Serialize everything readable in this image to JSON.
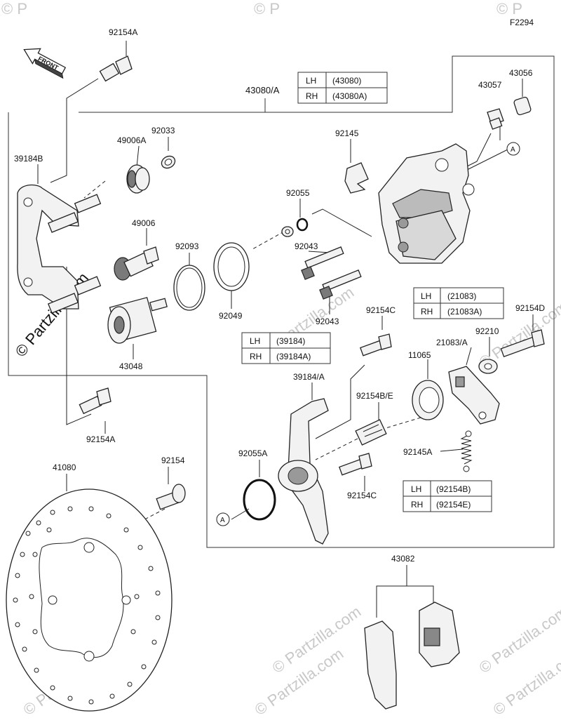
{
  "diagram_code": "F2294",
  "watermark": {
    "side_text": "© Partzilla.com",
    "faint_texts": [
      "© Partzilla.com",
      "© Partzilla.com",
      "© Partzilla.com",
      "© Partzilla.com",
      "© Partzilla.com",
      "© Partzilla.com",
      "© Partzilla.com"
    ],
    "corner_texts": [
      "© P",
      "© P",
      "© P"
    ]
  },
  "front_arrow_label": "FRONT",
  "callouts": {
    "p92154A_top": "92154A",
    "p43080A": "43080/A",
    "p43057": "43057",
    "p43056": "43056",
    "p92033": "92033",
    "p49006A": "49006A",
    "p39184B": "39184B",
    "p92145": "92145",
    "p92055": "92055",
    "p49006": "49006",
    "p92093": "92093",
    "p92043_a": "92043",
    "p92049": "92049",
    "p92043_b": "92043",
    "p43048": "43048",
    "p92154C_top": "92154C",
    "p92154D": "92154D",
    "p92210": "92210",
    "p21083A": "21083/A",
    "p11065": "11065",
    "p39184A": "39184/A",
    "p92154BE": "92154B/E",
    "p92154A_bottom": "92154A",
    "p92145A": "92145A",
    "p41080": "41080",
    "p92154": "92154",
    "p92055A": "92055A",
    "p92154C_bottom": "92154C",
    "p43082": "43082"
  },
  "ref_markers": {
    "marker_top": "A",
    "marker_bottom": "A"
  },
  "tables": {
    "t43080": [
      {
        "side": "LH",
        "part": "(43080)"
      },
      {
        "side": "RH",
        "part": "(43080A)"
      }
    ],
    "t21083": [
      {
        "side": "LH",
        "part": "(21083)"
      },
      {
        "side": "RH",
        "part": "(21083A)"
      }
    ],
    "t39184": [
      {
        "side": "LH",
        "part": "(39184)"
      },
      {
        "side": "RH",
        "part": "(39184A)"
      }
    ],
    "t92154": [
      {
        "side": "LH",
        "part": "(92154B)"
      },
      {
        "side": "RH",
        "part": "(92154E)"
      }
    ]
  }
}
